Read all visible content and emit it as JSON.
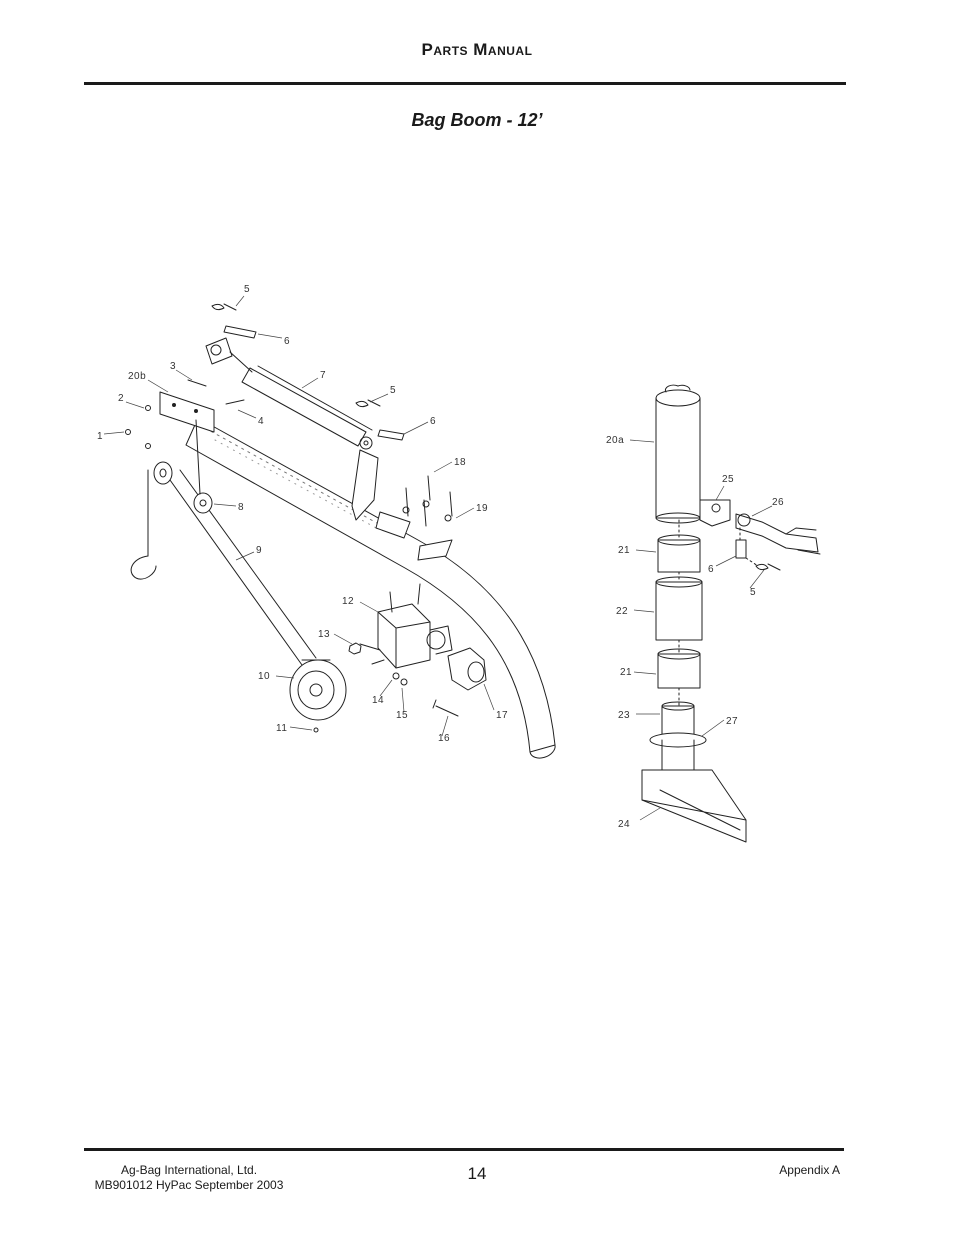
{
  "header": {
    "title": "Parts Manual"
  },
  "section": {
    "title": "Bag Boom - 12’"
  },
  "diagram": {
    "callouts": [
      "5",
      "6",
      "7",
      "5",
      "6",
      "3",
      "20b",
      "2",
      "4",
      "1",
      "18",
      "19",
      "8",
      "9",
      "12",
      "13",
      "10",
      "14",
      "15",
      "16",
      "17",
      "11",
      "20a",
      "25",
      "26",
      "21",
      "6",
      "5",
      "22",
      "21",
      "23",
      "27",
      "24"
    ]
  },
  "footer": {
    "company": "Ag-Bag International, Ltd.",
    "doc_id": "MB901012 HyPac September 2003",
    "page_number": "14",
    "appendix": "Appendix A"
  }
}
